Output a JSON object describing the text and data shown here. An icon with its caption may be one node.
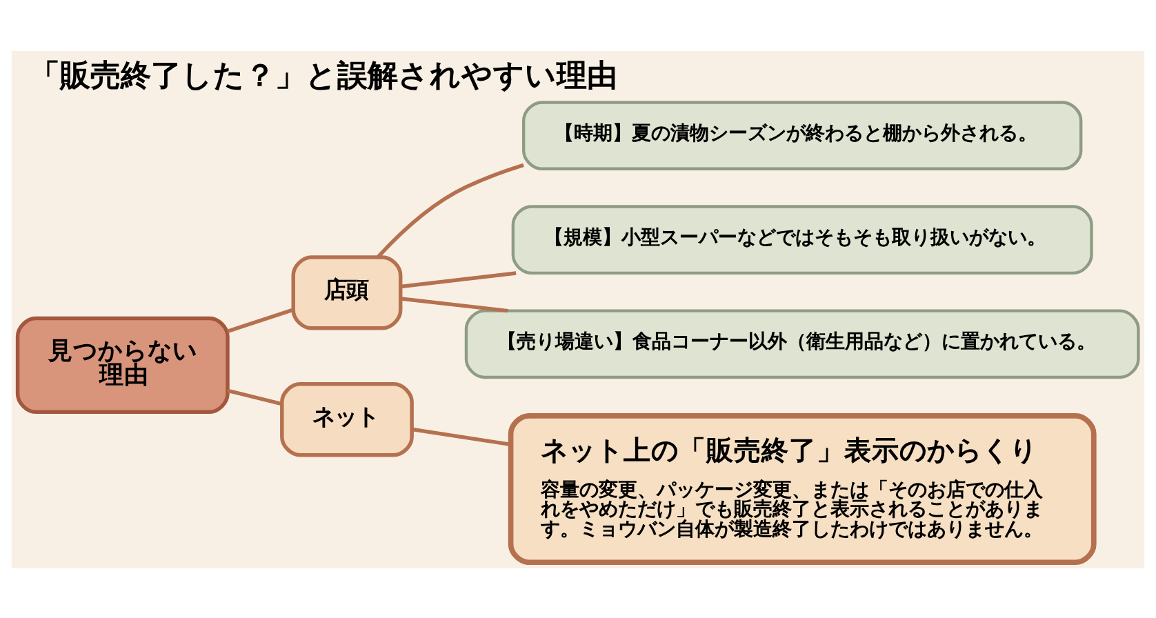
{
  "diagram": {
    "title": "「販売終了した？」と誤解されやすい理由",
    "nodes": [
      {
        "text": [
          "見つからない理由"
        ]
      },
      {
        "text": [
          "店頭"
        ]
      },
      {
        "text": [
          "ネット"
        ]
      },
      {
        "text": [
          "【時期】夏の漬物シーズンが終わると棚から外される。"
        ]
      },
      {
        "text": [
          "【規模】小型スーパーなどではそもそも取り扱いがない。"
        ]
      },
      {
        "text": [
          "【売り場違い】食品コーナー以外（衛生用品など）に置かれている。"
        ]
      },
      {
        "text": [
          "ネット上の「販売終了」表示のからくり",
          "容量の変更、パッケージ変更、または「そのお店での仕入れをやめただけ」でも販売終了と表示されることがあります。ミョウバン自体が製造終了したわけではありません。"
        ]
      }
    ],
    "edges": [
      {
        "from": 0,
        "to": 1,
        "arrow": "none"
      },
      {
        "from": 0,
        "to": 2,
        "arrow": "none"
      },
      {
        "from": 1,
        "to": 3,
        "arrow": "none"
      },
      {
        "from": 1,
        "to": 4,
        "arrow": "none"
      },
      {
        "from": 1,
        "to": 5,
        "arrow": "none"
      },
      {
        "from": 2,
        "to": 6,
        "arrow": "none"
      }
    ]
  }
}
